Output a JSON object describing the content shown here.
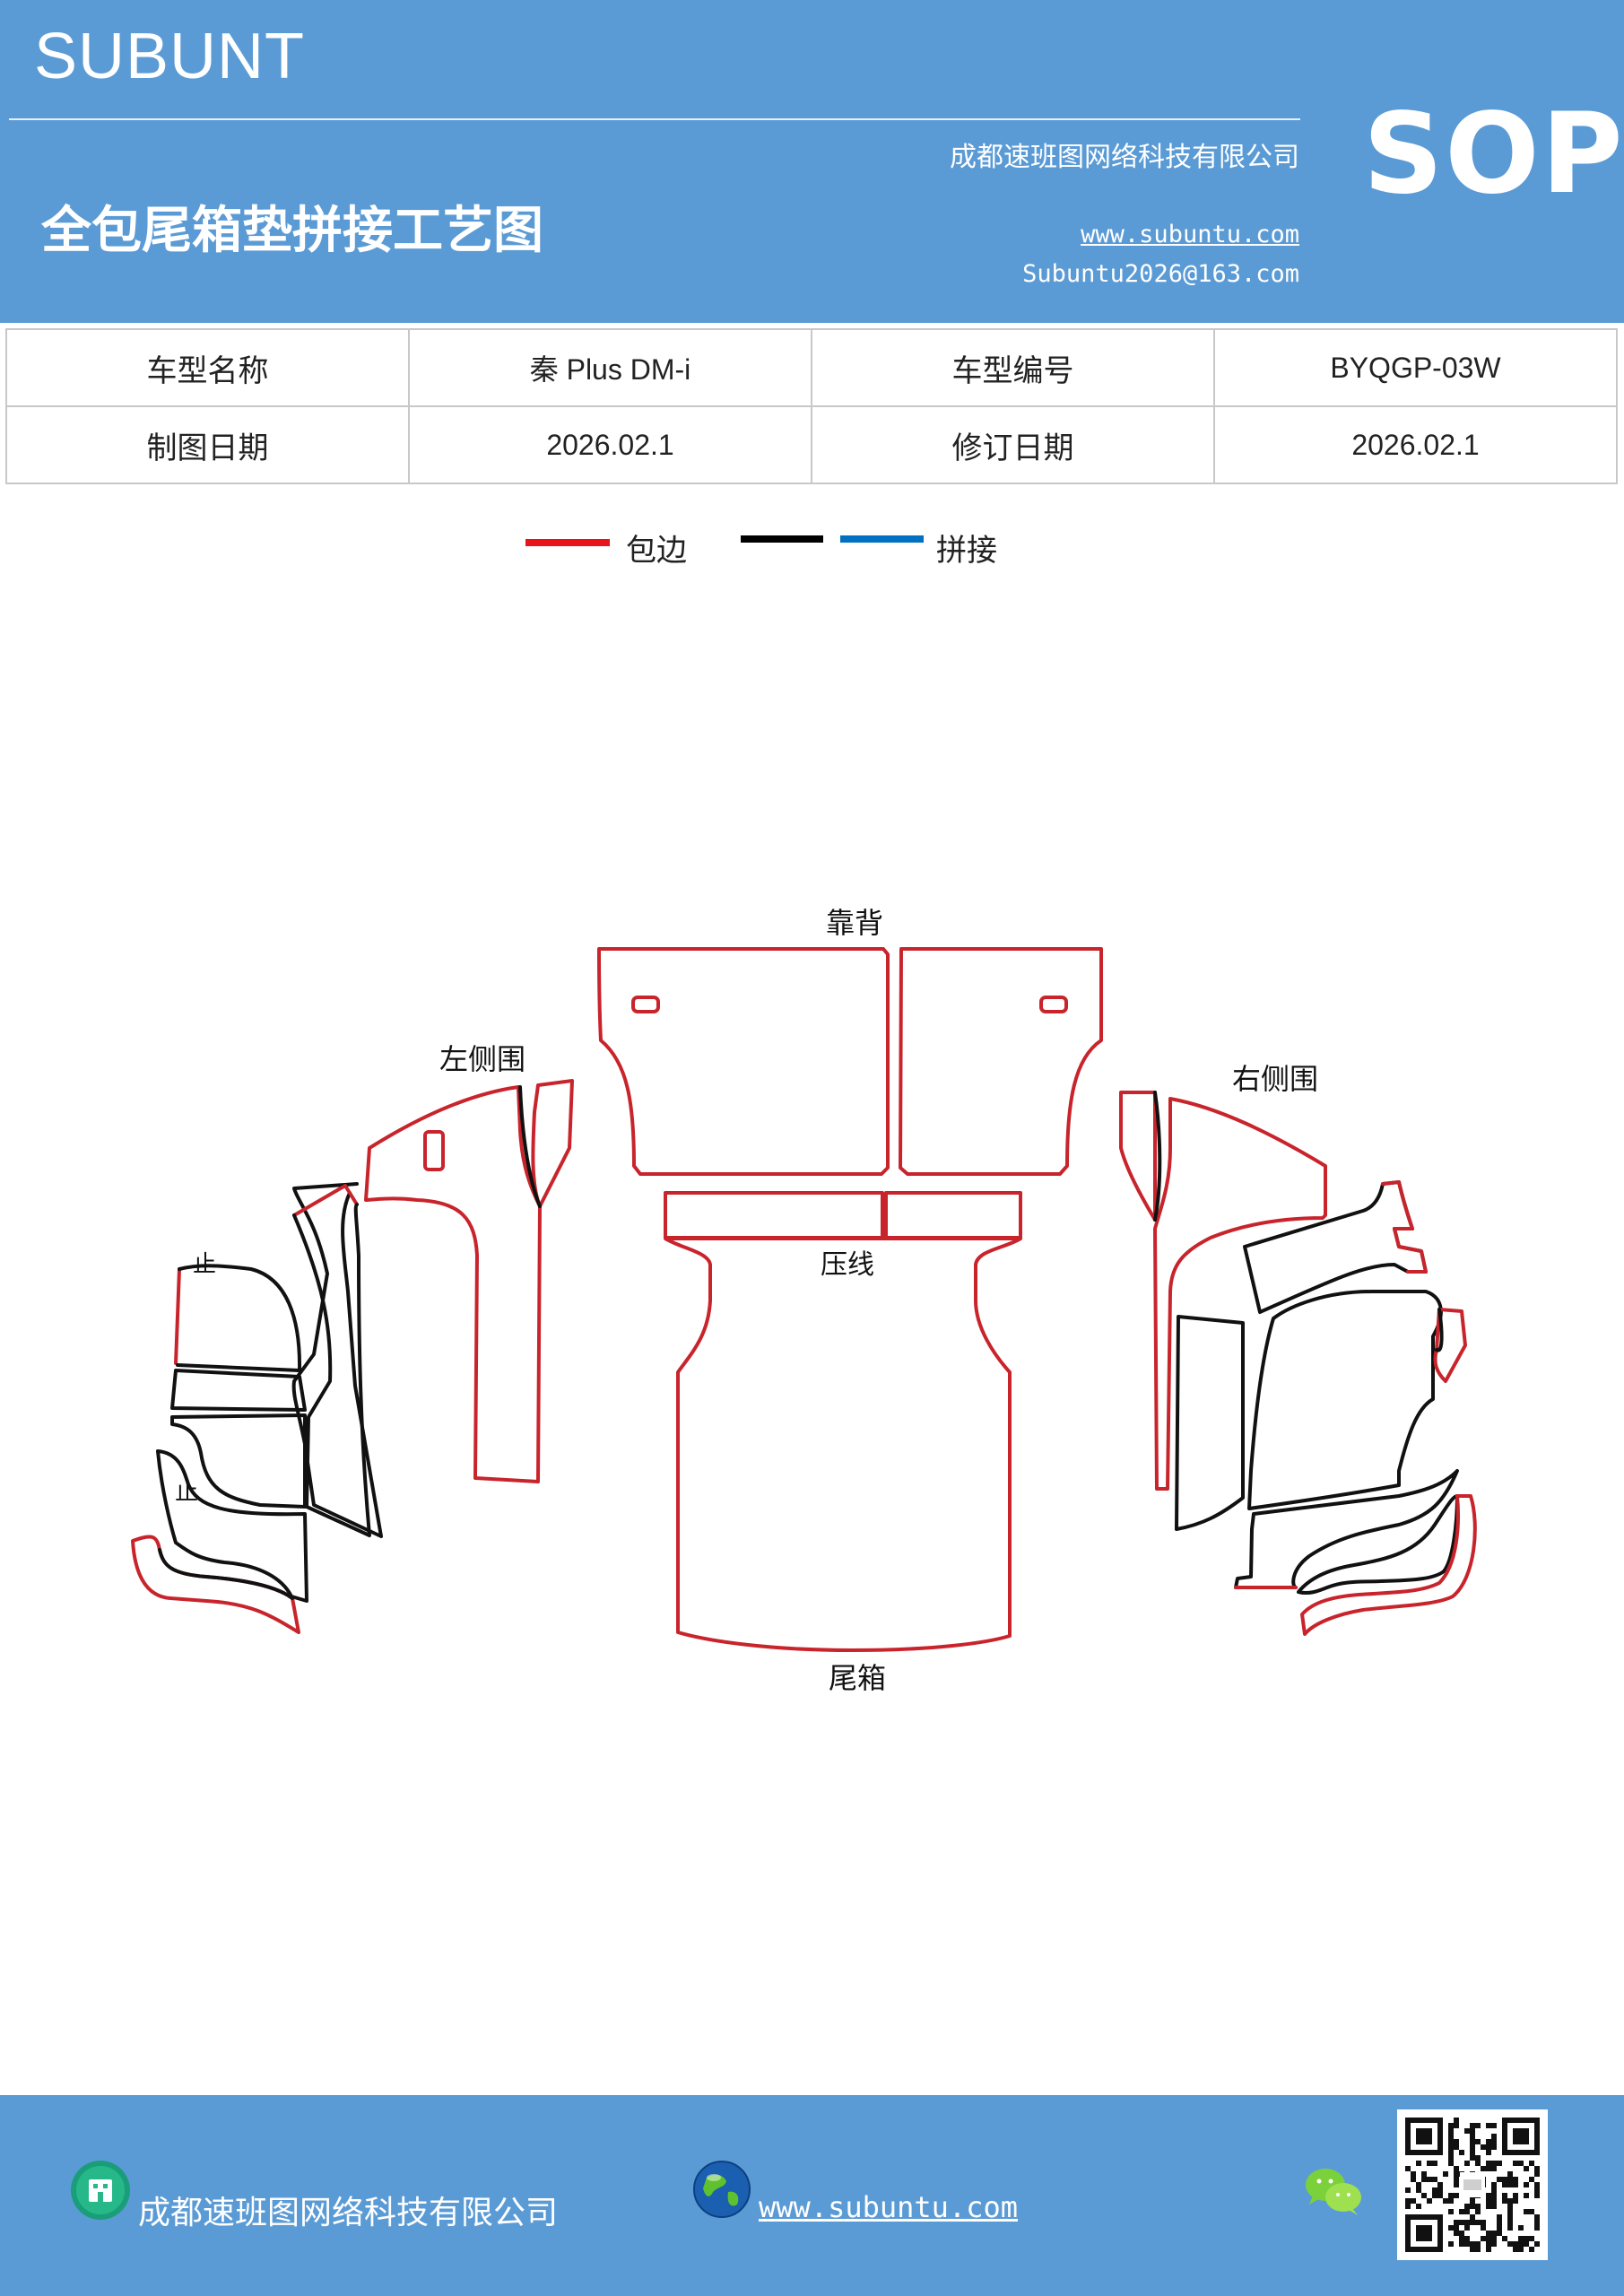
{
  "header": {
    "brand": "SUBUNT",
    "badge": "SOP",
    "company": "成都速班图网络科技有限公司",
    "title": "全包尾箱垫拼接工艺图",
    "website": "www.subuntu.com",
    "email": "Subuntu2026@163.com"
  },
  "info": {
    "row1": [
      "车型名称",
      "秦 Plus  DM-i",
      "车型编号",
      "BYQGP-03W"
    ],
    "row2": [
      "制图日期",
      "2026.02.1",
      "修订日期",
      "2026.02.1"
    ]
  },
  "legend": {
    "edge_label": "包边",
    "splice_label": "拼接",
    "edge_color": "#e8141c",
    "black_color": "#000000",
    "blue_color": "#0070c0"
  },
  "diagram": {
    "backrest": "靠背",
    "left_side": "左侧围",
    "right_side": "右侧围",
    "press_line": "压线",
    "trunk": "尾箱",
    "mark_top": "止",
    "mark_bottom": "止",
    "edge_color": "#c8242c",
    "cut_color": "#111111"
  },
  "footer": {
    "company": "成都速班图网络科技有限公司",
    "website": "www.subuntu.com ",
    "company_icon": "building-icon",
    "web_icon": "globe-icon",
    "wechat_icon": "wechat-icon"
  }
}
